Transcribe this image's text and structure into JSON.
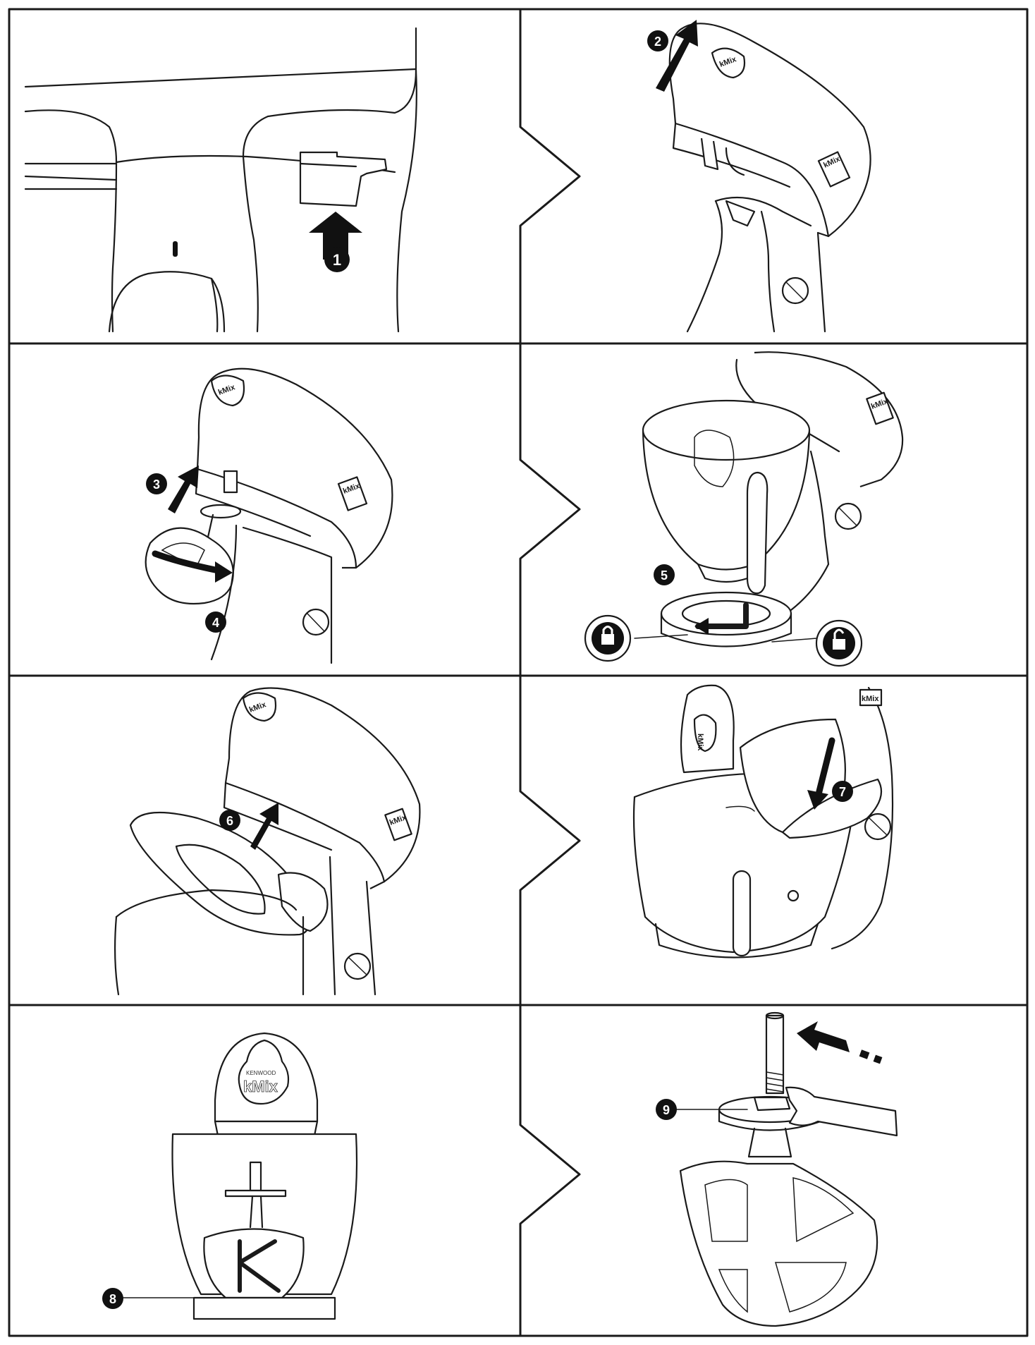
{
  "steps": [
    {
      "id": "1",
      "label": "1"
    },
    {
      "id": "2",
      "label": "2"
    },
    {
      "id": "3",
      "label": "3"
    },
    {
      "id": "4",
      "label": "4"
    },
    {
      "id": "5",
      "label": "5"
    },
    {
      "id": "6",
      "label": "6"
    },
    {
      "id": "7",
      "label": "7"
    },
    {
      "id": "8",
      "label": "8"
    },
    {
      "id": "9",
      "label": "9"
    }
  ],
  "brand": {
    "maker": "KENWOOD",
    "model": "kMix"
  },
  "icons": [
    "lock-icon",
    "unlock-icon",
    "arrow-icon",
    "chevron-connector-icon"
  ],
  "colors": {
    "line": "#1a1a1a",
    "background": "#ffffff",
    "badge": "#111111"
  }
}
